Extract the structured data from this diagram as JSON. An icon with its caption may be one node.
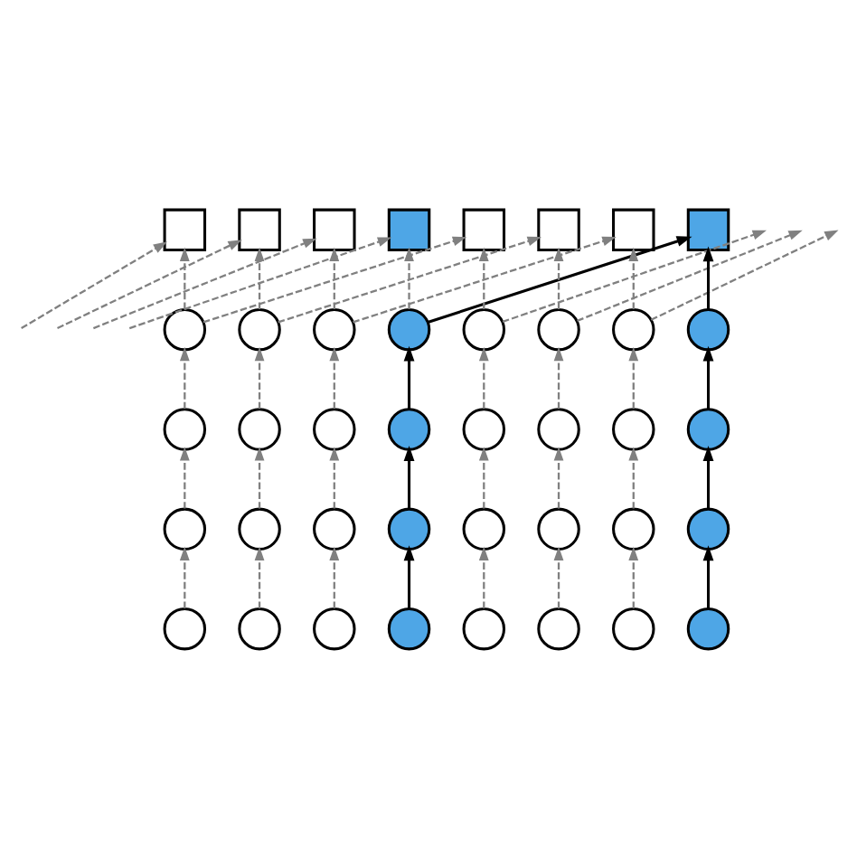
{
  "diagram": {
    "nodes": [
      {
        "text": [],
        "shape": "box"
      },
      {
        "text": [],
        "shape": "box"
      },
      {
        "text": [],
        "shape": "box"
      },
      {
        "text": [],
        "shape": "box"
      },
      {
        "text": [],
        "shape": "box"
      },
      {
        "text": [],
        "shape": "box"
      },
      {
        "text": [],
        "shape": "box"
      },
      {
        "text": [],
        "shape": "box"
      },
      {
        "text": [],
        "shape": "circle"
      },
      {
        "text": [],
        "shape": "circle"
      },
      {
        "text": [],
        "shape": "circle"
      },
      {
        "text": [],
        "shape": "circle"
      },
      {
        "text": [],
        "shape": "circle"
      },
      {
        "text": [],
        "shape": "circle"
      },
      {
        "text": [],
        "shape": "circle"
      },
      {
        "text": [],
        "shape": "circle"
      },
      {
        "text": [],
        "shape": "circle"
      },
      {
        "text": [],
        "shape": "circle"
      },
      {
        "text": [],
        "shape": "circle"
      },
      {
        "text": [],
        "shape": "circle"
      },
      {
        "text": [],
        "shape": "circle"
      },
      {
        "text": [],
        "shape": "circle"
      },
      {
        "text": [],
        "shape": "circle"
      },
      {
        "text": [],
        "shape": "circle"
      },
      {
        "text": [],
        "shape": "circle"
      },
      {
        "text": [],
        "shape": "circle"
      },
      {
        "text": [],
        "shape": "circle"
      },
      {
        "text": [],
        "shape": "circle"
      },
      {
        "text": [],
        "shape": "circle"
      },
      {
        "text": [],
        "shape": "circle"
      },
      {
        "text": [],
        "shape": "circle"
      },
      {
        "text": [],
        "shape": "circle"
      },
      {
        "text": [],
        "shape": "circle"
      },
      {
        "text": [],
        "shape": "circle"
      },
      {
        "text": [],
        "shape": "circle"
      },
      {
        "text": [],
        "shape": "circle"
      },
      {
        "text": [],
        "shape": "circle"
      },
      {
        "text": [],
        "shape": "circle"
      },
      {
        "text": [],
        "shape": "circle"
      },
      {
        "text": [],
        "shape": "circle"
      }
    ],
    "edges": [
      {
        "from": 32,
        "to": 24,
        "arrow": "to",
        "style": "dashed"
      },
      {
        "from": 33,
        "to": 25,
        "arrow": "to",
        "style": "dashed"
      },
      {
        "from": 34,
        "to": 26,
        "arrow": "to",
        "style": "dashed"
      },
      {
        "from": 35,
        "to": 27,
        "arrow": "to",
        "color": "#000000"
      },
      {
        "from": 36,
        "to": 28,
        "arrow": "to",
        "style": "dashed"
      },
      {
        "from": 37,
        "to": 29,
        "arrow": "to",
        "style": "dashed"
      },
      {
        "from": 38,
        "to": 30,
        "arrow": "to",
        "style": "dashed"
      },
      {
        "from": 39,
        "to": 31,
        "arrow": "to",
        "color": "#000000"
      },
      {
        "from": 24,
        "to": 16,
        "arrow": "to",
        "style": "dashed"
      },
      {
        "from": 25,
        "to": 17,
        "arrow": "to",
        "style": "dashed"
      },
      {
        "from": 26,
        "to": 18,
        "arrow": "to",
        "style": "dashed"
      },
      {
        "from": 27,
        "to": 19,
        "arrow": "to",
        "color": "#000000"
      },
      {
        "from": 28,
        "to": 20,
        "arrow": "to",
        "style": "dashed"
      },
      {
        "from": 29,
        "to": 21,
        "arrow": "to",
        "style": "dashed"
      },
      {
        "from": 30,
        "to": 22,
        "arrow": "to",
        "style": "dashed"
      },
      {
        "from": 31,
        "to": 23,
        "arrow": "to",
        "color": "#000000"
      },
      {
        "from": 16,
        "to": 8,
        "arrow": "to",
        "style": "dashed"
      },
      {
        "from": 17,
        "to": 9,
        "arrow": "to",
        "style": "dashed"
      },
      {
        "from": 18,
        "to": 10,
        "arrow": "to",
        "style": "dashed"
      },
      {
        "from": 19,
        "to": 11,
        "arrow": "to",
        "color": "#000000"
      },
      {
        "from": 20,
        "to": 12,
        "arrow": "to",
        "style": "dashed"
      },
      {
        "from": 21,
        "to": 13,
        "arrow": "to",
        "style": "dashed"
      },
      {
        "from": 22,
        "to": 14,
        "arrow": "to",
        "style": "dashed"
      },
      {
        "from": 23,
        "to": 15,
        "arrow": "to",
        "color": "#000000"
      },
      {
        "from": 8,
        "to": 0,
        "arrow": "to",
        "style": "dashed"
      },
      {
        "from": 9,
        "to": 1,
        "arrow": "to",
        "style": "dashed"
      },
      {
        "from": 10,
        "to": 2,
        "arrow": "to",
        "style": "dashed"
      },
      {
        "from": 11,
        "to": 3,
        "arrow": "to",
        "style": "dashed"
      },
      {
        "from": 12,
        "to": 4,
        "arrow": "to",
        "style": "dashed"
      },
      {
        "from": 13,
        "to": 5,
        "arrow": "to",
        "style": "dashed"
      },
      {
        "from": 14,
        "to": 6,
        "arrow": "to",
        "style": "dashed"
      },
      {
        "from": 15,
        "to": 7,
        "arrow": "to",
        "color": "#000000"
      },
      {
        "from": null,
        "to": 0,
        "arrow": "to",
        "style": "dashed"
      },
      {
        "from": null,
        "to": 1,
        "arrow": "to",
        "style": "dashed"
      },
      {
        "from": null,
        "to": 2,
        "arrow": "to",
        "style": "dashed"
      },
      {
        "from": null,
        "to": 3,
        "arrow": "to",
        "style": "dashed"
      },
      {
        "from": 8,
        "to": 4,
        "arrow": "to",
        "style": "dashed"
      },
      {
        "from": 9,
        "to": 5,
        "arrow": "to",
        "style": "dashed"
      },
      {
        "from": 10,
        "to": 6,
        "arrow": "to",
        "style": "dashed"
      },
      {
        "from": 11,
        "to": 7,
        "arrow": "to",
        "color": "#000000"
      },
      {
        "from": 12,
        "to": null,
        "arrow": "to",
        "style": "dashed"
      },
      {
        "from": 13,
        "to": null,
        "arrow": "to",
        "style": "dashed"
      },
      {
        "from": 14,
        "to": null,
        "arrow": "to",
        "style": "dashed"
      }
    ]
  }
}
